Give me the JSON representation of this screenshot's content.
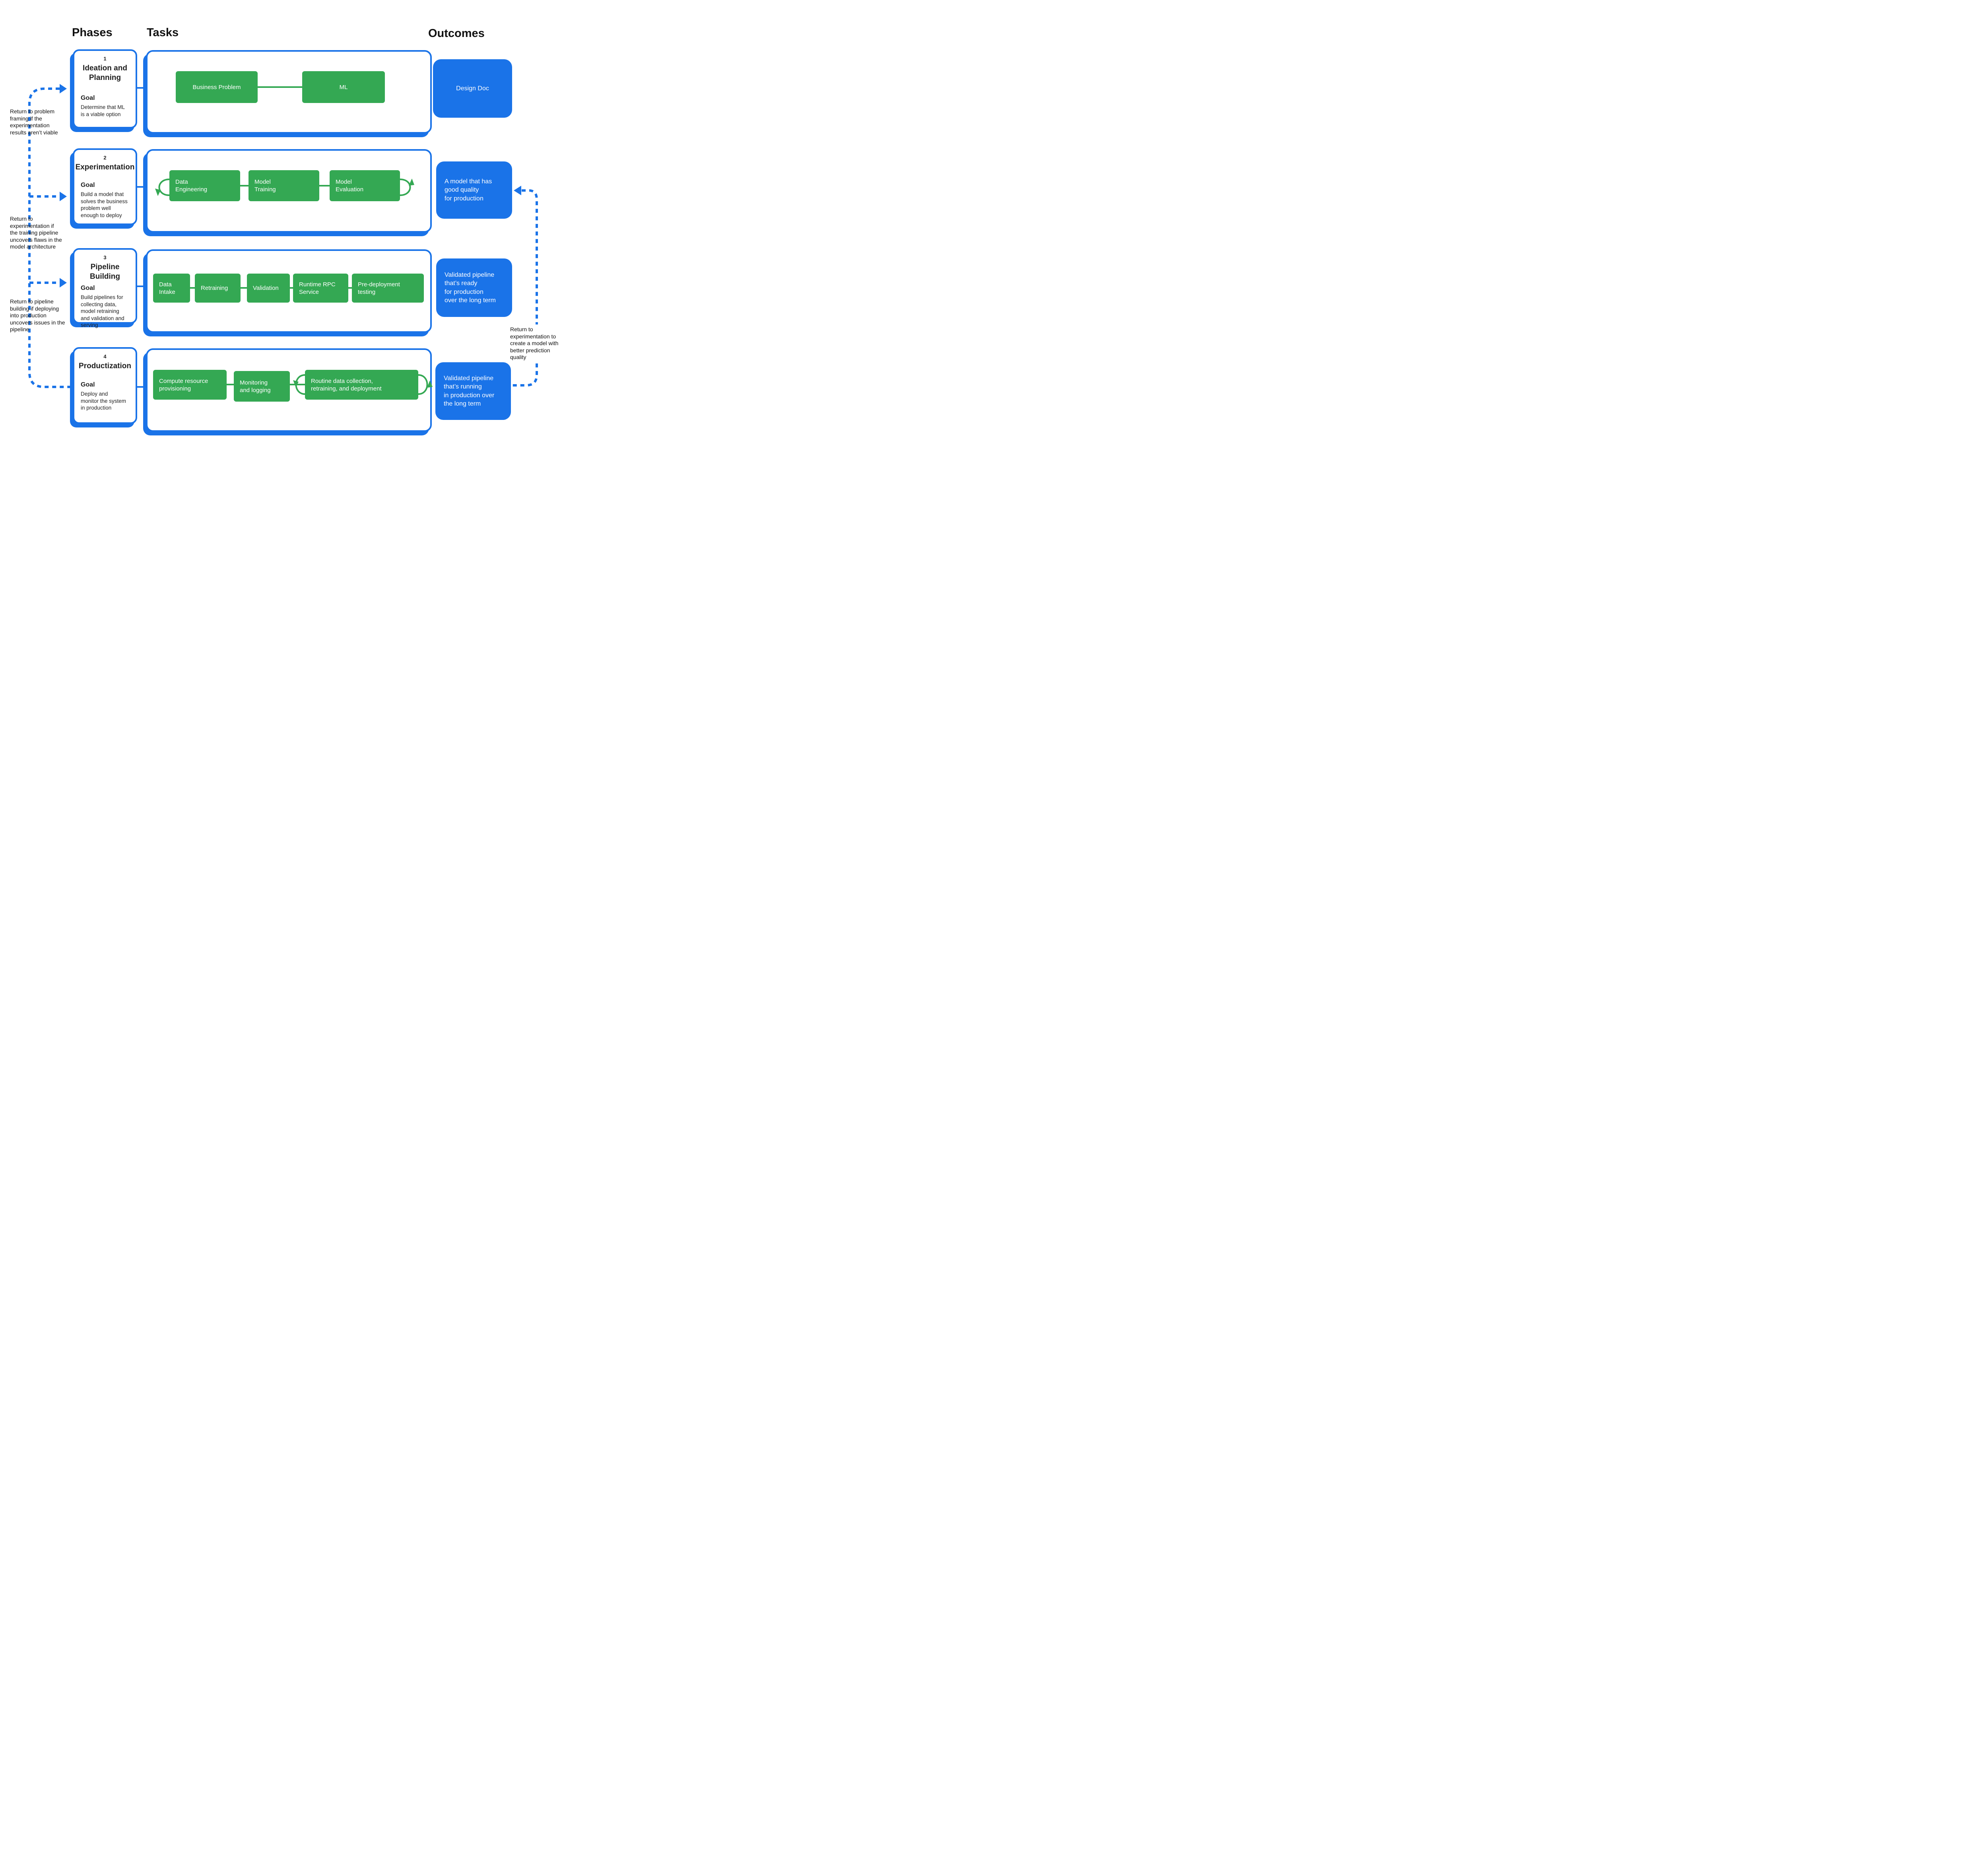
{
  "headers": {
    "phases": "Phases",
    "tasks": "Tasks",
    "outcomes": "Outcomes"
  },
  "colors": {
    "accent_blue": "#1a73e8",
    "accent_green": "#34a853",
    "text": "#1f1f1f"
  },
  "phases": [
    {
      "number": "1",
      "title": "Ideation and\nPlanning",
      "goal_label": "Goal",
      "goal": "Determine that ML\nis a viable option",
      "tasks": [
        "Business Problem",
        "ML"
      ],
      "outcome": "Design Doc"
    },
    {
      "number": "2",
      "title": "Experimentation",
      "goal_label": "Goal",
      "goal": "Build a model that\nsolves the business\nproblem well\nenough to deploy",
      "tasks": [
        "Data\nEngineering",
        "Model\nTraining",
        "Model\nEvaluation"
      ],
      "outcome": "A model that has\ngood quality\nfor production"
    },
    {
      "number": "3",
      "title": "Pipeline Building",
      "goal_label": "Goal",
      "goal": "Build pipelines for\ncollecting data,\nmodel retraining\nand validation and\nserving",
      "tasks": [
        "Data\nIntake",
        "Retraining",
        "Validation",
        "Runtime RPC\nService",
        "Pre-deployment\ntesting"
      ],
      "outcome": "Validated pipeline\nthat’s ready\nfor production\nover the long term"
    },
    {
      "number": "4",
      "title": "Productization",
      "goal_label": "Goal",
      "goal": "Deploy and\nmonitor the system\nin production",
      "tasks": [
        "Compute resource\nprovisioning",
        "Monitoring\nand logging",
        "Routine data collection,\nretraining, and deployment"
      ],
      "outcome": "Validated pipeline\nthat’s running\nin production over\nthe long term"
    }
  ],
  "annotations": {
    "left_1": "Return to problem\nframing if the\nexperimentation\nresults aren’t viable",
    "left_2": "Return to\nexperimentation if\nthe training pipeline\nuncovers flaws in the\nmodel architecture",
    "left_3": "Return to pipeline\nbuilding if deploying\ninto production\nuncovers issues in the\npipeline",
    "right_1": "Return to\nexperimentation to\ncreate a model with\nbetter prediction\nquality"
  }
}
